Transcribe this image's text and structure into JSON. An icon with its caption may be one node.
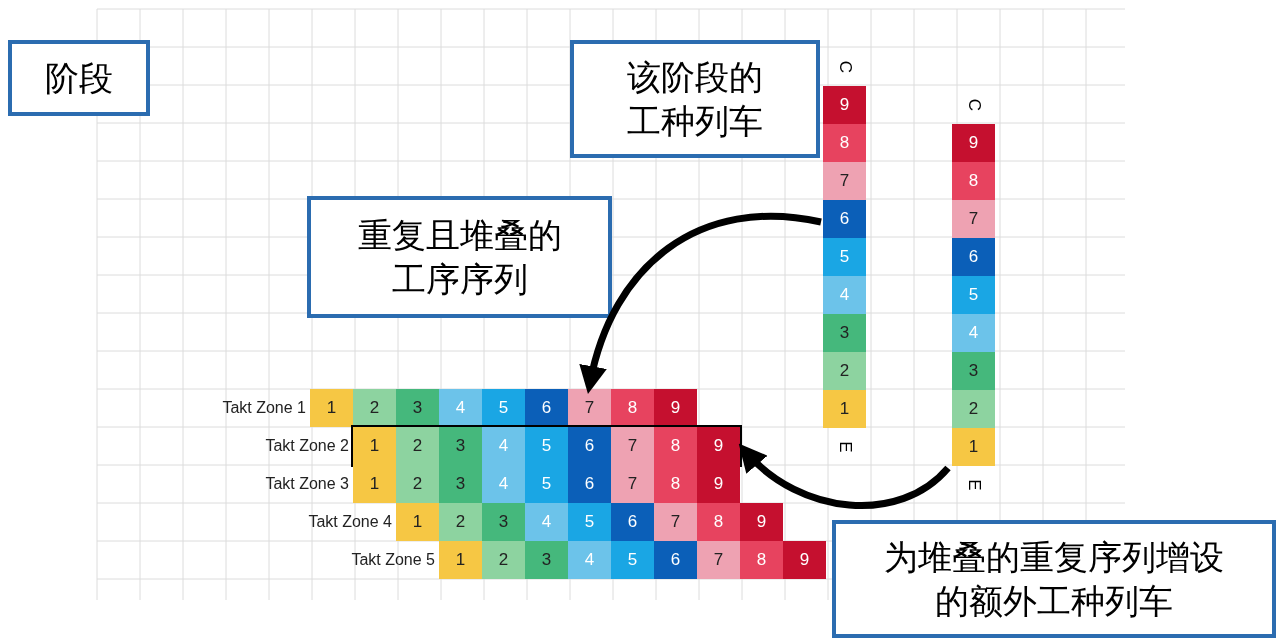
{
  "diagram": {
    "nodes": [
      {
        "text": [
          "阶段"
        ]
      },
      {
        "text": [
          "该阶段的工种列车"
        ]
      },
      {
        "text": [
          "重复且堆叠的工序序列"
        ]
      },
      {
        "text": [
          "C",
          "9",
          "8",
          "7",
          "6",
          "5",
          "4",
          "3",
          "2",
          "1",
          "E"
        ]
      },
      {
        "text": [
          "C",
          "9",
          "8",
          "7",
          "6",
          "5",
          "4",
          "3",
          "2",
          "1",
          "E"
        ]
      },
      {
        "text": [
          "1",
          "2",
          "3",
          "4",
          "5",
          "6",
          "7",
          "8",
          "9"
        ],
        "beside": [
          "Takt Zone 1"
        ]
      },
      {
        "text": [
          "1",
          "2",
          "3",
          "4",
          "5",
          "6",
          "7",
          "8",
          "9"
        ],
        "beside": [
          "Takt Zone 2"
        ]
      },
      {
        "text": [
          "1",
          "2",
          "3",
          "4",
          "5",
          "6",
          "7",
          "8",
          "9"
        ],
        "beside": [
          "Takt Zone 3"
        ]
      },
      {
        "text": [
          "1",
          "2",
          "3",
          "4",
          "5",
          "6",
          "7",
          "8",
          "9"
        ],
        "beside": [
          "Takt Zone 4"
        ]
      },
      {
        "text": [
          "1",
          "2",
          "3",
          "4",
          "5",
          "6",
          "7",
          "8",
          "9"
        ],
        "beside": [
          "Takt Zone 5"
        ]
      },
      {
        "text": [
          "为堆叠的重复序列增设的额外工种列车"
        ]
      }
    ],
    "edges": [
      {
        "from": 3,
        "to": 5,
        "arrow": "to"
      },
      {
        "from": 4,
        "to": 6,
        "arrow": "to"
      }
    ]
  }
}
